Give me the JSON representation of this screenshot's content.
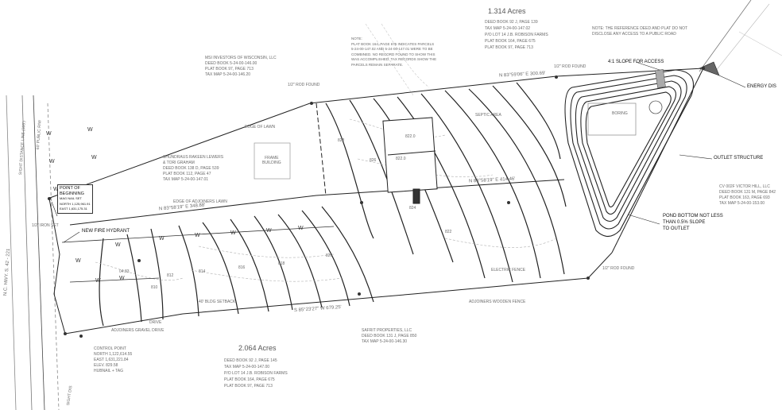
{
  "parcels": {
    "north_area": "1.314 Acres",
    "south_area": "2.064 Acres",
    "north_deed": [
      "DEED BOOK 92 J, PAGE 139",
      "TAX MAP 5-24-00-147.02",
      "P/O LOT 14 J.B. ROBISON FARMS",
      "PLAT BOOK 164, PAGE 675",
      "PLAT BOOK 97, PAGE 713"
    ],
    "south_deed": [
      "DEED BOOK 92 J, PAGE 145",
      "TAX MAP 5-24-00-147.00",
      "P/O LOT 14 J.B. ROBISON FARMS",
      "PLAT BOOK 164, PAGE 675",
      "PLAT BOOK 97, PAGE 713"
    ]
  },
  "owners": {
    "msi": [
      "MSI INVESTORS OF WISCONSIN, LLC",
      "DEED BOOK 5-24-00-146.00",
      "PLAT BOOK 97, PAGE 713",
      "TAX MAP 5-24-00-146.20"
    ],
    "shunderaus": [
      "SHUNDRAUS RAKEEN LEWERS",
      "& TORI GRAHAM",
      "DEED BOOK 138 D, PAGE 539",
      "PLAT BOOK 112, PAGE 47",
      "TAX MAP 5-24-00-147.01"
    ],
    "safrit": [
      "SAFRIT PROPERTIES, LLC",
      "DEED BOOK 131 J, PAGE 850",
      "TAX MAP 5-24-00-146.30"
    ],
    "victor_hill": [
      "CV 002F VICTOR HILL, LLC",
      "DEED BOOK 131 M, PAGE 842",
      "PLAT BOOK 163, PAGE 693",
      "TAX MAP 5-24-00-153.00"
    ]
  },
  "notes": {
    "left_note": [
      "NOTE:",
      "PLAT BOOK 164, PAGE 675 INDICATES PARCELS",
      "5-24-00-147.02 AND 5-24-00-147.01 WERE TO BE",
      "COMBINED. NO RECORD FOUND TO SHOW THIS",
      "WAS ACCOMPLISHED. TAX RECORDS SHOW THE",
      "PARCELS REMAIN SEPARATE."
    ],
    "right_note": [
      "NOTE: THE REFERENCE DEED AND PLAT DO NOT",
      "DISCLOSE ANY ACCESS TO A PUBLIC ROAD"
    ]
  },
  "callouts": {
    "slope_access": "4:1 SLOPE FOR ACCESS",
    "energy": "ENERGY DIS",
    "outlet": "OUTLET STRUCTURE",
    "pond_bottom": [
      "POND BOTTOM NOT LESS",
      "THAN 0.5% SLOPE",
      "TO OUTLET"
    ],
    "new_hydrant": "NEW FIRE HYDRANT",
    "pob": [
      "POINT OF",
      "BEGINNING",
      "MAG NAIL SET",
      "NORTH 1,125,961.91",
      "EAST 1,631,175.31"
    ],
    "control": [
      "CONTROL POINT",
      "NORTH 1,122,614.55",
      "EAST 1,631,221.84",
      "ELEV. 829.58",
      "HUBNAIL + TAG"
    ],
    "septic": "SEPTIC AREA",
    "frame": [
      "FRAME",
      "BUILDING"
    ],
    "dry_pond": "BORING"
  },
  "bearings": {
    "north_line": "N 83°59'06\" E  300.69'",
    "mid_line": "N 83°58'19\" E  414.46'",
    "inner_line": "N 83°58'19\" E  348.88'",
    "south_line": "S 85°23'27\" W  679.25'",
    "highway": "N.C. HWY. S. 42 - 221",
    "east_sight": "SIGHT DISTANCE LINE (305')",
    "row": "60' PUBLIC R/W",
    "bottom_sight": "SIGHT DIS",
    "found1": "1/2\" ROD FOUND",
    "found2": "1/2\" ROD FOUND",
    "iron_set": "1/2\" IRON SET",
    "rod_found_se": "1/2\" ROD FOUND"
  },
  "misc_text": {
    "edge_lawn": "EDGE OF LAWN",
    "edge_adj_lawn": "EDGE OF ADJOINERS LAWN",
    "bldg_setback": "40' BLDG SETBACK",
    "drive": "DRIVE",
    "adj_gravel": "ADJOINERS GRAVEL DRIVE",
    "adj_fence": "ADJOINERS WOODEN FENCE",
    "fence": "ELECTRIC FENCE",
    "house_ff1": "822.0",
    "house_ff2": "822.0",
    "elev_label": "04.83",
    "grade_labels": [
      "828",
      "826",
      "824",
      "822",
      "820",
      "818",
      "816",
      "814",
      "812",
      "810"
    ]
  },
  "colors": {
    "lines": "#333333",
    "faint": "#9a9a9a",
    "background": "#ffffff"
  }
}
